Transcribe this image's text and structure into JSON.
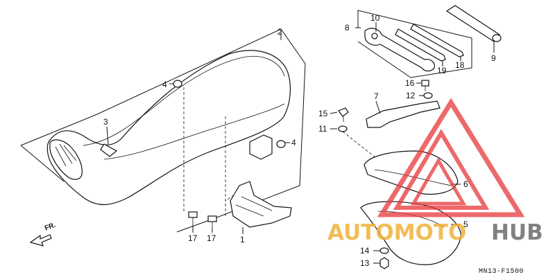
{
  "diagram": {
    "code": "MN13-F1500",
    "front_label": "FR.",
    "watermark": {
      "part1": "AUTOMOTO",
      "part2": "HUB",
      "color_primary": "#f0b23a",
      "color_secondary": "#6b6b6b",
      "logo_color": "#e8373a"
    },
    "labels": [
      {
        "id": "1",
        "text": "1"
      },
      {
        "id": "2",
        "text": "2"
      },
      {
        "id": "3",
        "text": "3"
      },
      {
        "id": "4a",
        "text": "4"
      },
      {
        "id": "4b",
        "text": "4"
      },
      {
        "id": "5",
        "text": "5"
      },
      {
        "id": "6",
        "text": "6"
      },
      {
        "id": "7",
        "text": "7"
      },
      {
        "id": "8",
        "text": "8"
      },
      {
        "id": "9",
        "text": "9"
      },
      {
        "id": "10",
        "text": "10"
      },
      {
        "id": "11",
        "text": "11"
      },
      {
        "id": "12",
        "text": "12"
      },
      {
        "id": "13",
        "text": "13"
      },
      {
        "id": "14",
        "text": "14"
      },
      {
        "id": "15",
        "text": "15"
      },
      {
        "id": "16",
        "text": "16"
      },
      {
        "id": "17a",
        "text": "17"
      },
      {
        "id": "17b",
        "text": "17"
      },
      {
        "id": "18",
        "text": "18"
      },
      {
        "id": "19",
        "text": "19"
      }
    ]
  }
}
